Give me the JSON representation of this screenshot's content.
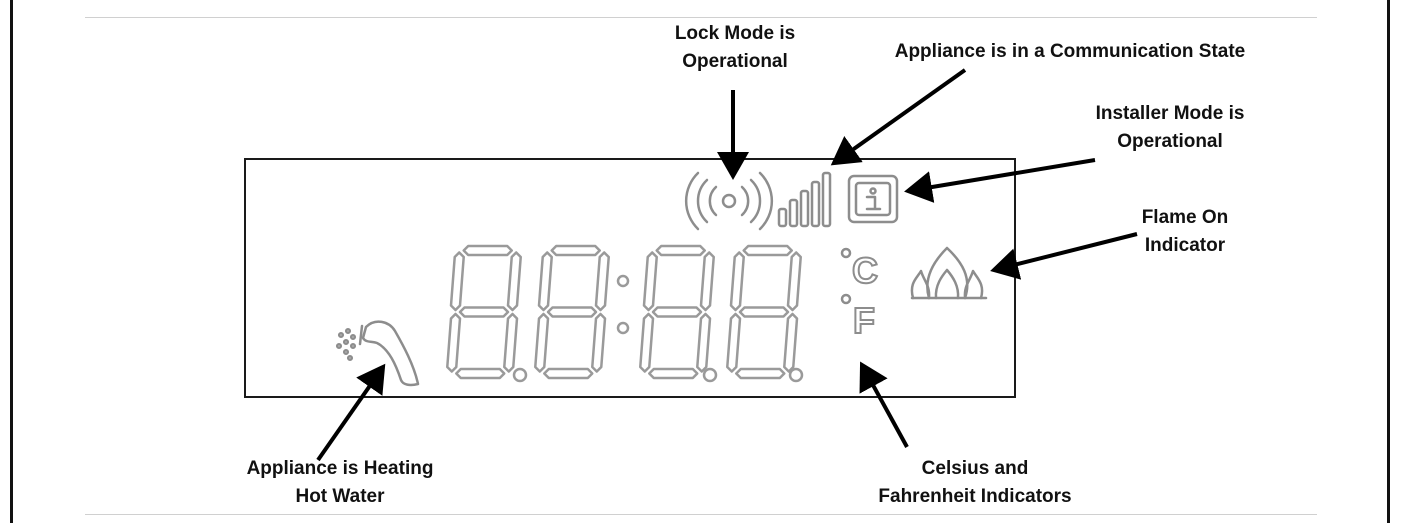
{
  "callouts": {
    "lock_mode": [
      "Lock Mode is",
      "Operational"
    ],
    "communication": [
      "Appliance is in a Communication State"
    ],
    "installer_mode": [
      "Installer Mode is",
      "Operational"
    ],
    "flame_on": [
      "Flame On",
      "Indicator"
    ],
    "heating_water": [
      "Appliance is Heating",
      "Hot Water"
    ],
    "temperature_units": [
      "Celsius and",
      "Fahrenheit Indicators"
    ]
  },
  "display": {
    "celsius_symbol": "C",
    "fahrenheit_symbol": "F",
    "digit_count": 4
  },
  "colors": {
    "segment_outline": "#9a9a9a",
    "arrow": "#000000",
    "panel_border": "#1a1a1a"
  }
}
